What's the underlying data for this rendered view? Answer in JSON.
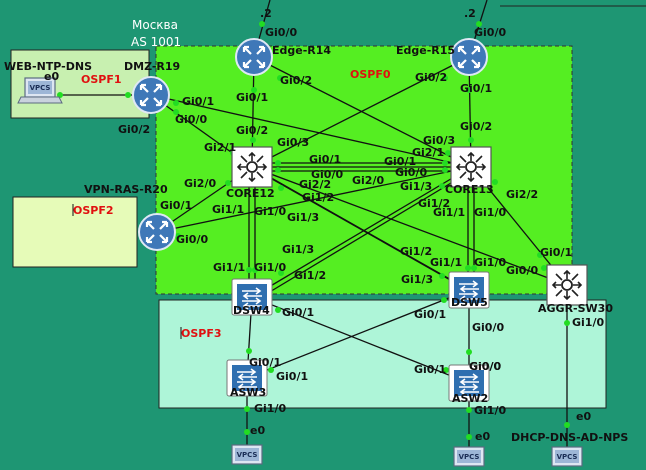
{
  "colors": {
    "background": "#1e9673",
    "ospf0": "#55ee22",
    "ospf1": "#c8f0b0",
    "ospf2": "#e6fbb8",
    "ospf3": "#aef5d8",
    "link_dot": "#22dd22",
    "area_label": "#e01010"
  },
  "location": {
    "city": "Москва",
    "as": "AS 1001"
  },
  "areas": {
    "ospf0": "OSPF0",
    "ospf1": "OSPF1",
    "ospf2": "OSPF2",
    "ospf3": "OSPF3"
  },
  "nodes": {
    "r14": {
      "name": "Edge-R14",
      "icon": "router-icon"
    },
    "r15": {
      "name": "Edge-R15",
      "icon": "router-icon"
    },
    "r19": {
      "name": "DMZ-R19",
      "icon": "router-icon"
    },
    "r20": {
      "name": "VPN-RAS-R20",
      "icon": "router-icon"
    },
    "core12": {
      "name": "CORE12",
      "icon": "l3-switch-icon"
    },
    "core13": {
      "name": "CORE13",
      "icon": "l3-switch-icon"
    },
    "dsw4": {
      "name": "DSW4",
      "icon": "switch-icon"
    },
    "dsw5": {
      "name": "DSW5",
      "icon": "switch-icon"
    },
    "asw3": {
      "name": "ASW3",
      "icon": "switch-icon"
    },
    "asw2": {
      "name": "ASW2",
      "icon": "switch-icon"
    },
    "aggr": {
      "name": "AGGR-SW30",
      "icon": "l3-switch-icon"
    },
    "pc_web": {
      "name": "WEB-NTP-DNS",
      "icon": "vpcs-icon"
    },
    "pc_dhcp": {
      "name": "DHCP-DNS-AD-NPS",
      "icon": "vpcs-icon"
    },
    "pc_asw3": {
      "name": "",
      "icon": "vpcs-icon"
    },
    "pc_asw2": {
      "name": "",
      "icon": "vpcs-icon"
    }
  },
  "vpcs_text": "VPCS",
  "interface_labels": [
    ".2",
    ".2",
    "Gi0/0",
    "Gi0/0",
    "Gi0/2",
    "Gi0/2",
    "Gi0/1",
    "Gi0/1",
    "Gi0/2",
    "Gi0/2",
    "Gi0/3",
    "Gi0/3",
    "e0",
    "Gi0/1",
    "Gi0/0",
    "Gi0/2",
    "Gi2/1",
    "Gi2/1",
    "Gi0/1",
    "Gi0/0",
    "Gi2/0",
    "Gi0/1",
    "Gi0/0",
    "Gi2/2",
    "Gi1/2",
    "Gi1/3",
    "Gi2/0",
    "Gi0/1",
    "Gi0/0",
    "Gi1/1",
    "Gi1/0",
    "Gi1/3",
    "Gi1/2",
    "Gi1/1",
    "Gi1/0",
    "Gi2/2",
    "Gi0/1",
    "Gi1/3",
    "Gi1/1",
    "Gi1/0",
    "Gi1/2",
    "Gi1/2",
    "Gi1/3",
    "Gi1/1",
    "Gi1/0",
    "Gi0/0",
    "Gi0/1",
    "Gi0/1",
    "Gi1/0",
    "Gi0/1",
    "Gi0/0",
    "Gi0/0",
    "Gi0/1",
    "Gi1/0",
    "e0",
    "Gi0/1",
    "Gi0/0",
    "Gi1/0",
    "e0",
    "e0"
  ]
}
